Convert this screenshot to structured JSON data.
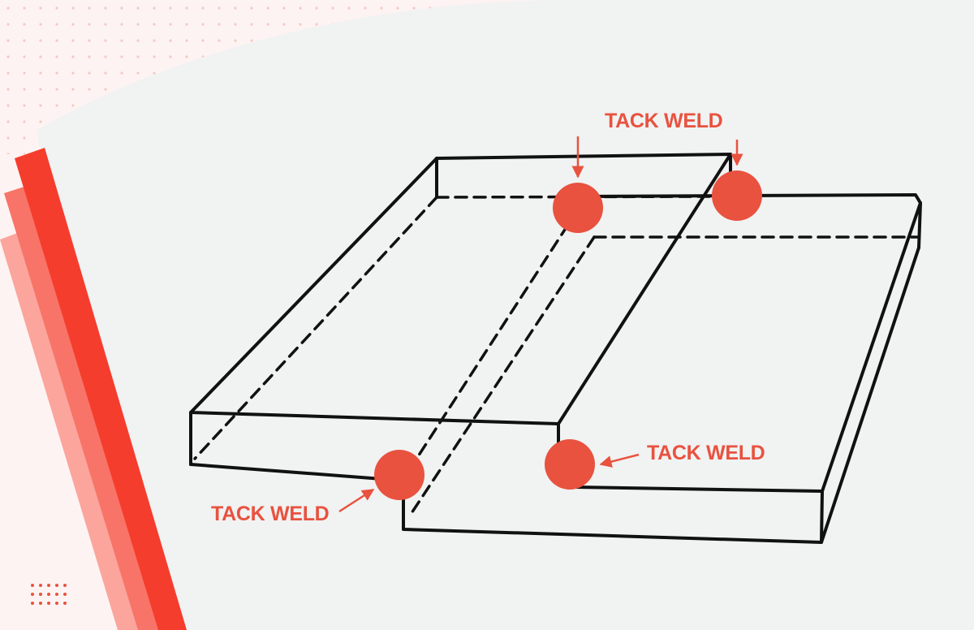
{
  "diagram": {
    "labels": {
      "top": "TACK WELD",
      "right": "TACK WELD",
      "bottom_left": "TACK WELD"
    },
    "colors": {
      "accent": "#e8523f",
      "outline": "#111111",
      "panel": "#f1f2f2",
      "page": "#fdf3f2",
      "stripe_dark": "#f53d2d",
      "stripe_mid": "#f87468",
      "stripe_light": "#fba59d",
      "dots": "#f6c9c3"
    }
  }
}
